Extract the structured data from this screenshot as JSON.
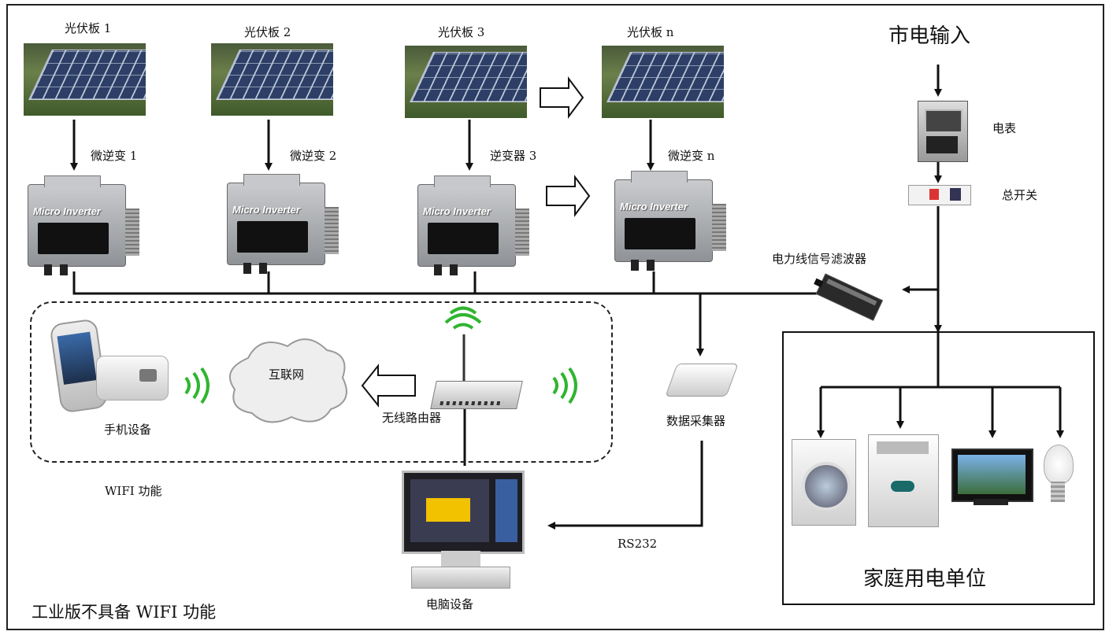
{
  "panels": [
    {
      "label": "光伏板 1"
    },
    {
      "label": "光伏板 2"
    },
    {
      "label": "光伏板 3"
    },
    {
      "label": "光伏板 n"
    }
  ],
  "inverters": [
    {
      "label": "微逆变 1",
      "brand": "Micro Inverter"
    },
    {
      "label": "微逆变 2",
      "brand": "Micro Inverter"
    },
    {
      "label": "逆变器 3",
      "brand": "Micro Inverter"
    },
    {
      "label": "微逆变 n",
      "brand": "Micro Inverter"
    }
  ],
  "grid": {
    "input_label": "市电输入",
    "meter_label": "电表",
    "switch_label": "总开关",
    "filter_label": "电力线信号滤波器"
  },
  "network": {
    "router_label": "无线路由器",
    "internet_label": "互联网",
    "phone_label": "手机设备",
    "wifi_label": "WIFI 功能",
    "collector_label": "数据采集器",
    "pc_label": "电脑设备",
    "rs232_label": "RS232"
  },
  "home": {
    "title": "家庭用电单位"
  },
  "footnote": "工业版不具备 WIFI 功能",
  "colors": {
    "wire": "#111111",
    "wifi_wave": "#2fb52f",
    "panel_cell": "#2d3f66"
  }
}
